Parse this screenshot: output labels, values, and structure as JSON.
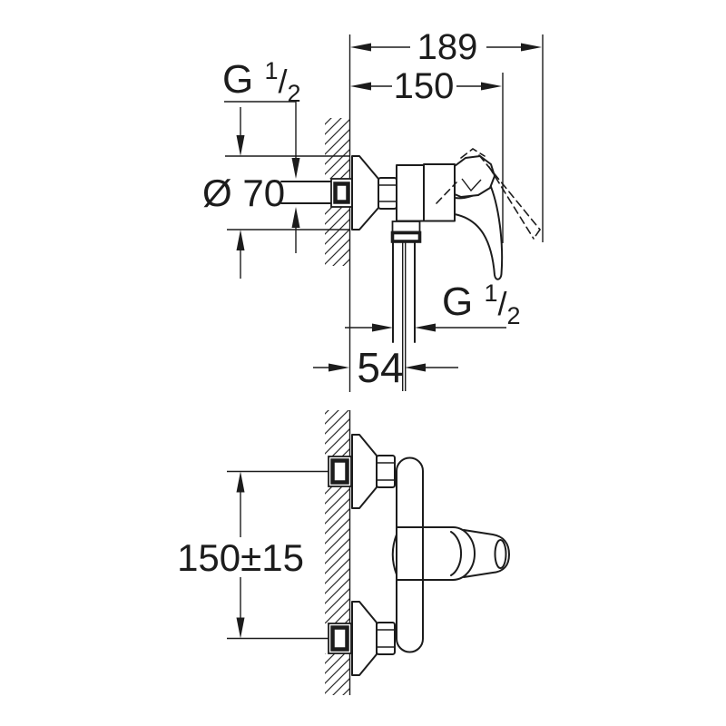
{
  "diagram": {
    "type": "technical-installation-drawing",
    "views": {
      "top": "side view of wall-mounted single-lever shower mixer",
      "bottom": "front view with connection spacing"
    },
    "colors": {
      "line": "#1c1c1c",
      "background": "#ffffff"
    },
    "labels": {
      "dim_width_total": "189",
      "dim_width_handle": "150",
      "dim_flange_diameter": "Ø 70",
      "dim_outlet_offset": "54",
      "dim_connection_spacing": "150±15",
      "thread_inlet": {
        "base": "G",
        "numerator": "1",
        "slash": "/",
        "denominator": "2"
      },
      "thread_outlet": {
        "base": "G",
        "numerator": "1",
        "slash": "/",
        "denominator": "2"
      }
    }
  }
}
